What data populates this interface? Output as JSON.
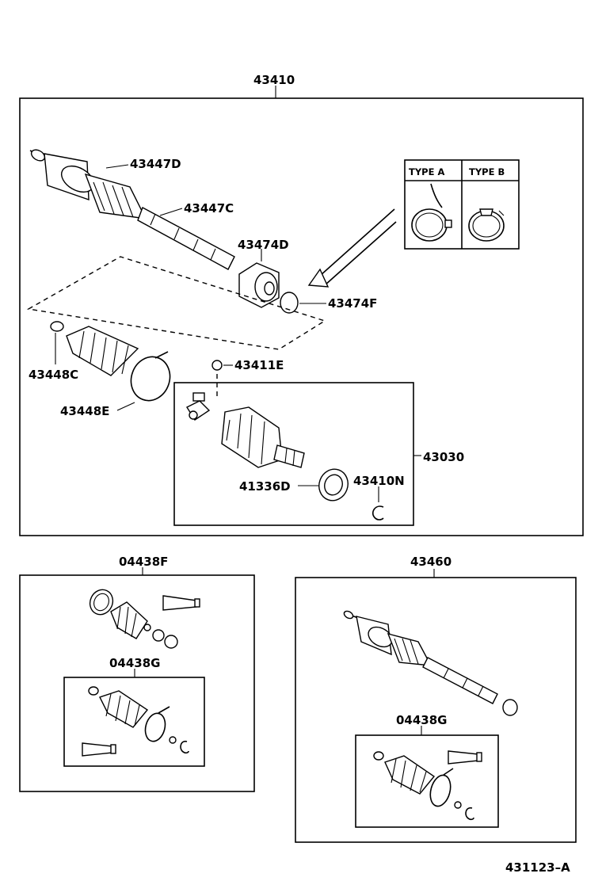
{
  "labels": {
    "assembly_main": "43410",
    "boot_outer_tip": "43447D",
    "boot_outer_clamp": "43447C",
    "damper": "43474D",
    "snap_ring_f": "43474F",
    "boot_inner_clamp_c": "43448C",
    "boot_inner_clamp_e": "43448E",
    "snap_ring_e": "43411E",
    "inner_joint": "43030",
    "dust_deflector": "41336D",
    "snap_ring_n": "43410N",
    "boot_kit_f": "04438F",
    "boot_kit_g_left": "04438G",
    "assembly_right": "43460",
    "boot_kit_g_right": "04438G",
    "figure_code": "431123–A"
  },
  "clamp_types": {
    "type_a": "TYPE A",
    "type_b": "TYPE B"
  }
}
